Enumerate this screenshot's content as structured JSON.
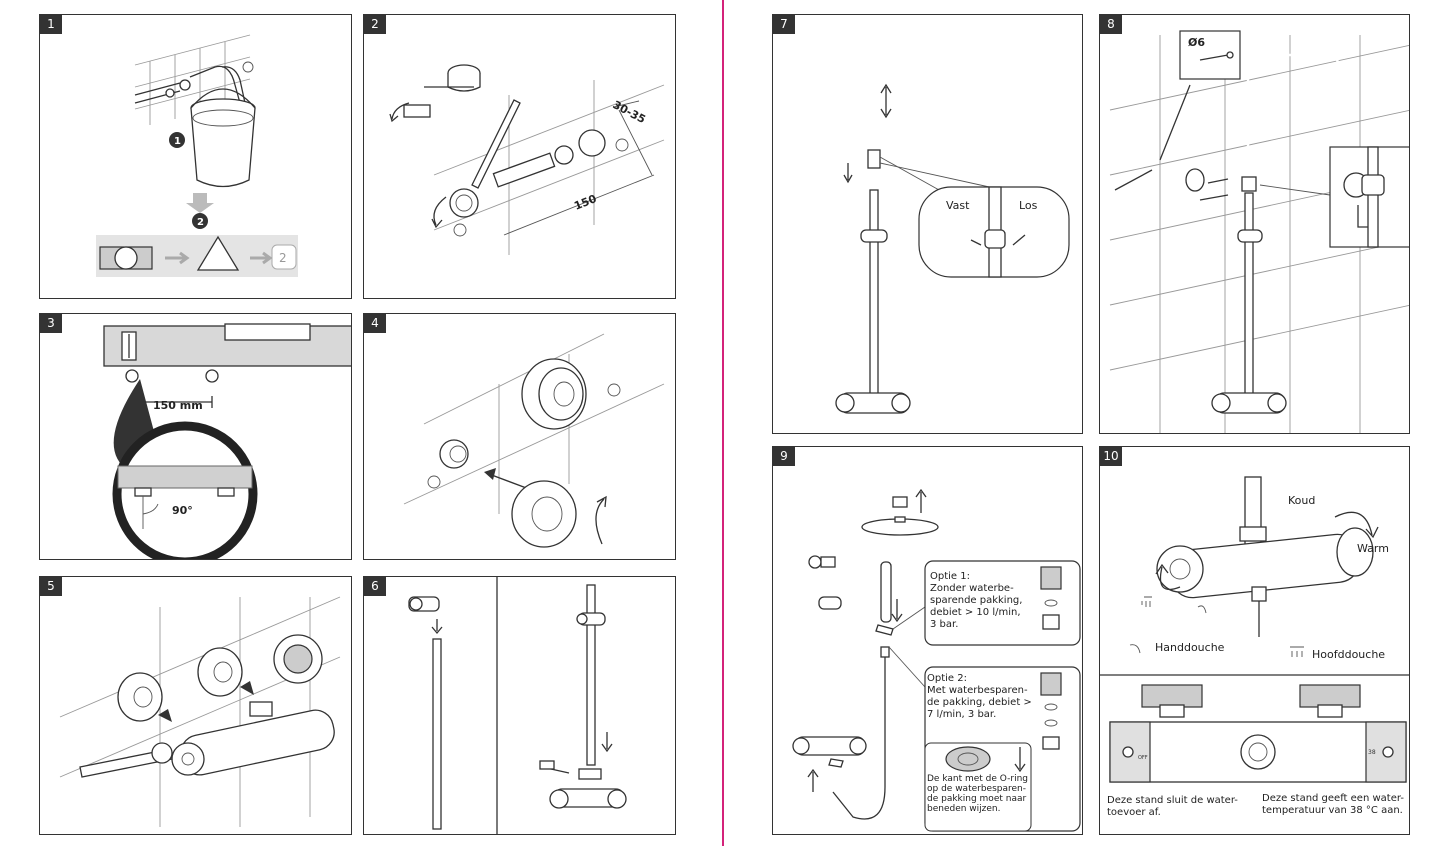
{
  "steps": [
    "1",
    "2",
    "3",
    "4",
    "5",
    "6",
    "7",
    "8",
    "9",
    "10"
  ],
  "step1": {
    "badge1": "1",
    "badge2": "2",
    "badge3": "2"
  },
  "step2": {
    "dim_a": "30-35",
    "dim_b": "150"
  },
  "step3": {
    "distance": "150 mm",
    "angle": "90°"
  },
  "step7": {
    "tight": "Vast",
    "loose": "Los"
  },
  "step8": {
    "drill": "Ø6"
  },
  "step9": {
    "option1": "Optie 1:\nZonder waterbe-\nsparende pakking,\ndebiet > 10 l/min,\n3 bar.",
    "option2": "Optie 2:\nMet waterbesparen-\nde pakking, debiet >\n7 l/min, 3 bar.",
    "note": "De kant met de O-ring\nop de waterbesparen-\nde pakking moet naar\nbeneden wijzen."
  },
  "step10": {
    "cold": "Koud",
    "warm": "Warm",
    "hand_shower": "Handdouche",
    "overhead_shower": "Hoofddouche",
    "off_text": "Deze stand sluit de water-\ntoevoer af.",
    "temp_text": "Deze stand geeft een water-\ntemperatuur van 38 °C aan.",
    "off_mark": "OFF",
    "temp_mark": "38"
  },
  "colors": {
    "divider": "#d4237a",
    "frame": "#333333",
    "number_badge": "#333333",
    "fill_gray": "#cccccc"
  }
}
